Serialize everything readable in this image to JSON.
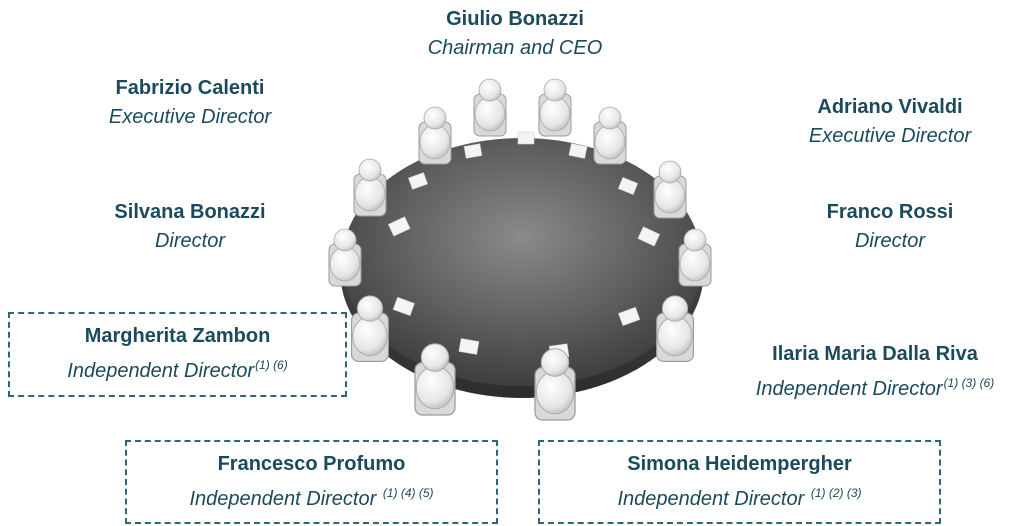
{
  "board": [
    {
      "id": "bonazzi-giulio",
      "name": "Giulio Bonazzi",
      "role": "Chairman and CEO",
      "notes": ""
    },
    {
      "id": "calenti",
      "name": "Fabrizio Calenti",
      "role": "Executive Director",
      "notes": ""
    },
    {
      "id": "vivaldi",
      "name": "Adriano Vivaldi",
      "role": "Executive Director",
      "notes": ""
    },
    {
      "id": "bonazzi-silvana",
      "name": "Silvana Bonazzi",
      "role": "Director",
      "notes": ""
    },
    {
      "id": "rossi",
      "name": "Franco Rossi",
      "role": "Director",
      "notes": ""
    },
    {
      "id": "zambon",
      "name": "Margherita Zambon",
      "role": "Independent Director",
      "notes": "(1) (6)"
    },
    {
      "id": "dalla-riva",
      "name": "Ilaria Maria Dalla Riva",
      "role": "Independent Director",
      "notes": "(1) (3) (6)"
    },
    {
      "id": "profumo",
      "name": "Francesco Profumo",
      "role": "Independent Director ",
      "notes": "(1) (4) (5)"
    },
    {
      "id": "heidempergher",
      "name": "Simona Heidempergher",
      "role": "Independent Director ",
      "notes": "(1) (2) (3)"
    }
  ],
  "colors": {
    "text": "#1b4a5c",
    "dashed_border": "#2f6778"
  },
  "illustration": "round-table-meeting-icon"
}
